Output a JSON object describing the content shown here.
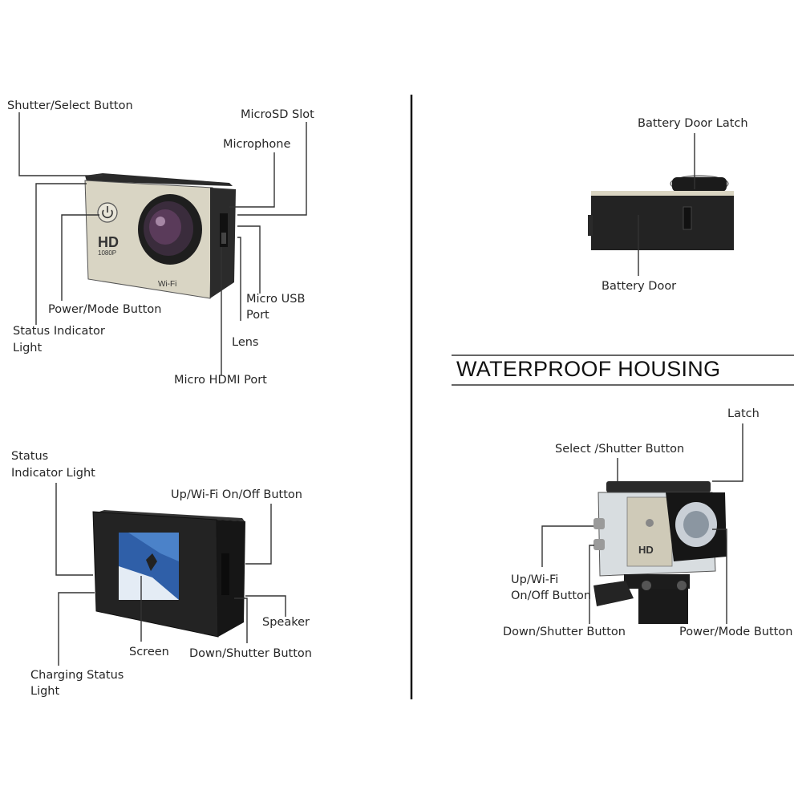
{
  "labels": {
    "shutter_select_button": "Shutter/Select Button",
    "microsd_slot": "MicroSD Slot",
    "microphone": "Microphone",
    "power_mode_button": "Power/Mode Button",
    "status_indicator_light_1": "Status Indicator",
    "status_indicator_light_2": "Light",
    "micro_usb_port_1": "Micro USB",
    "micro_usb_port_2": "Port",
    "lens": "Lens",
    "micro_hdmi_port": "Micro HDMI Port",
    "back_status_indicator_1": "Status",
    "back_status_indicator_2": "Indicator Light",
    "up_wifi_button": "Up/Wi-Fi On/Off Button",
    "speaker": "Speaker",
    "screen": "Screen",
    "down_shutter_button": "Down/Shutter Button",
    "charging_status_1": "Charging Status",
    "charging_status_2": "Light",
    "battery_door_latch": "Battery Door Latch",
    "battery_door": "Battery Door",
    "housing_latch": "Latch",
    "housing_select_shutter": "Select /Shutter Button",
    "housing_up_wifi_1": "Up/Wi-Fi",
    "housing_up_wifi_2": "On/Off Button",
    "housing_down_shutter": "Down/Shutter Button",
    "housing_power_mode": "Power/Mode Button"
  },
  "section_title": "WATERPROOF HOUSING",
  "camera_marks": {
    "hd": "HD",
    "resolution": "1080P",
    "wifi": "Wi-Fi",
    "housing_hd": "HD"
  }
}
